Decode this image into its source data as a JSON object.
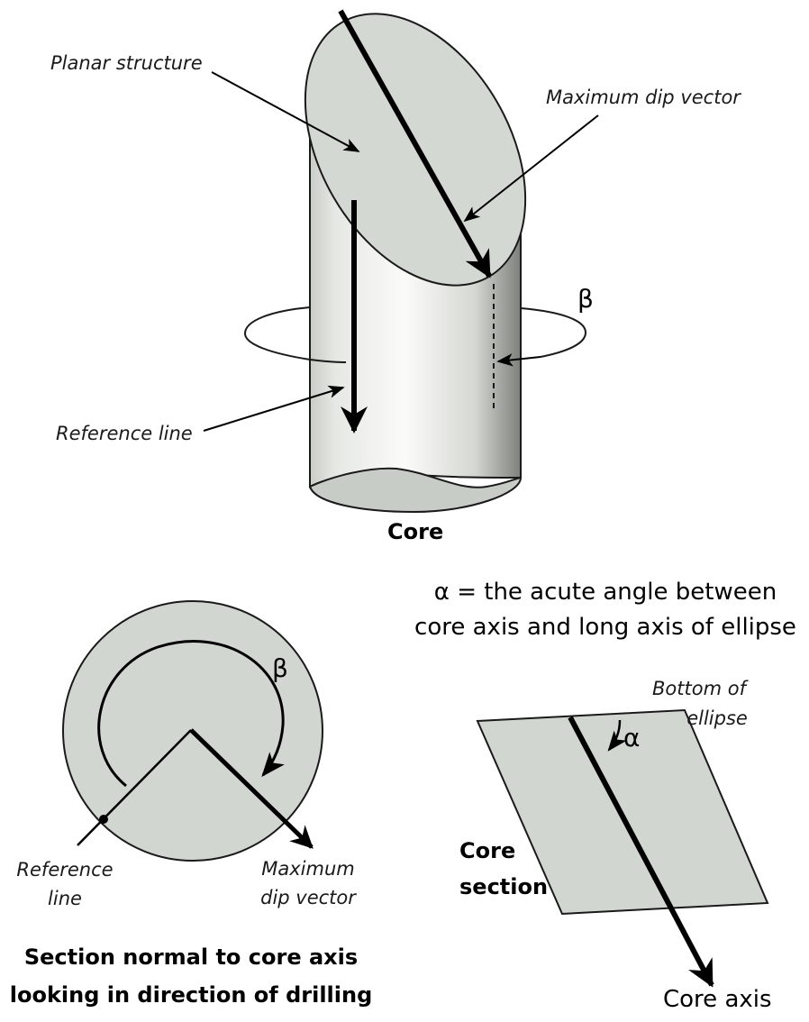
{
  "top": {
    "planar_structure": "Planar structure",
    "max_dip_vector": "Maximum dip vector",
    "beta": "β",
    "reference_line": "Reference line",
    "caption": "Core"
  },
  "alpha_def": {
    "line1": "α = the acute angle between",
    "line2": "core axis and long axis of ellipse"
  },
  "section": {
    "beta": "β",
    "reference_line_1": "Reference",
    "reference_line_2": "line",
    "max_dip_1": "Maximum",
    "max_dip_2": "dip vector",
    "caption_1": "Section normal to core axis",
    "caption_2": "looking in direction of drilling"
  },
  "core_section": {
    "bottom_1": "Bottom of",
    "bottom_2": "ellipse",
    "alpha": "α",
    "label_1": "Core",
    "label_2": "section",
    "core_axis": "Core axis"
  },
  "colors": {
    "fill_light": "#d4d8d3",
    "fill_section": "#d2d6d1",
    "stroke": "#1a1a1a"
  }
}
